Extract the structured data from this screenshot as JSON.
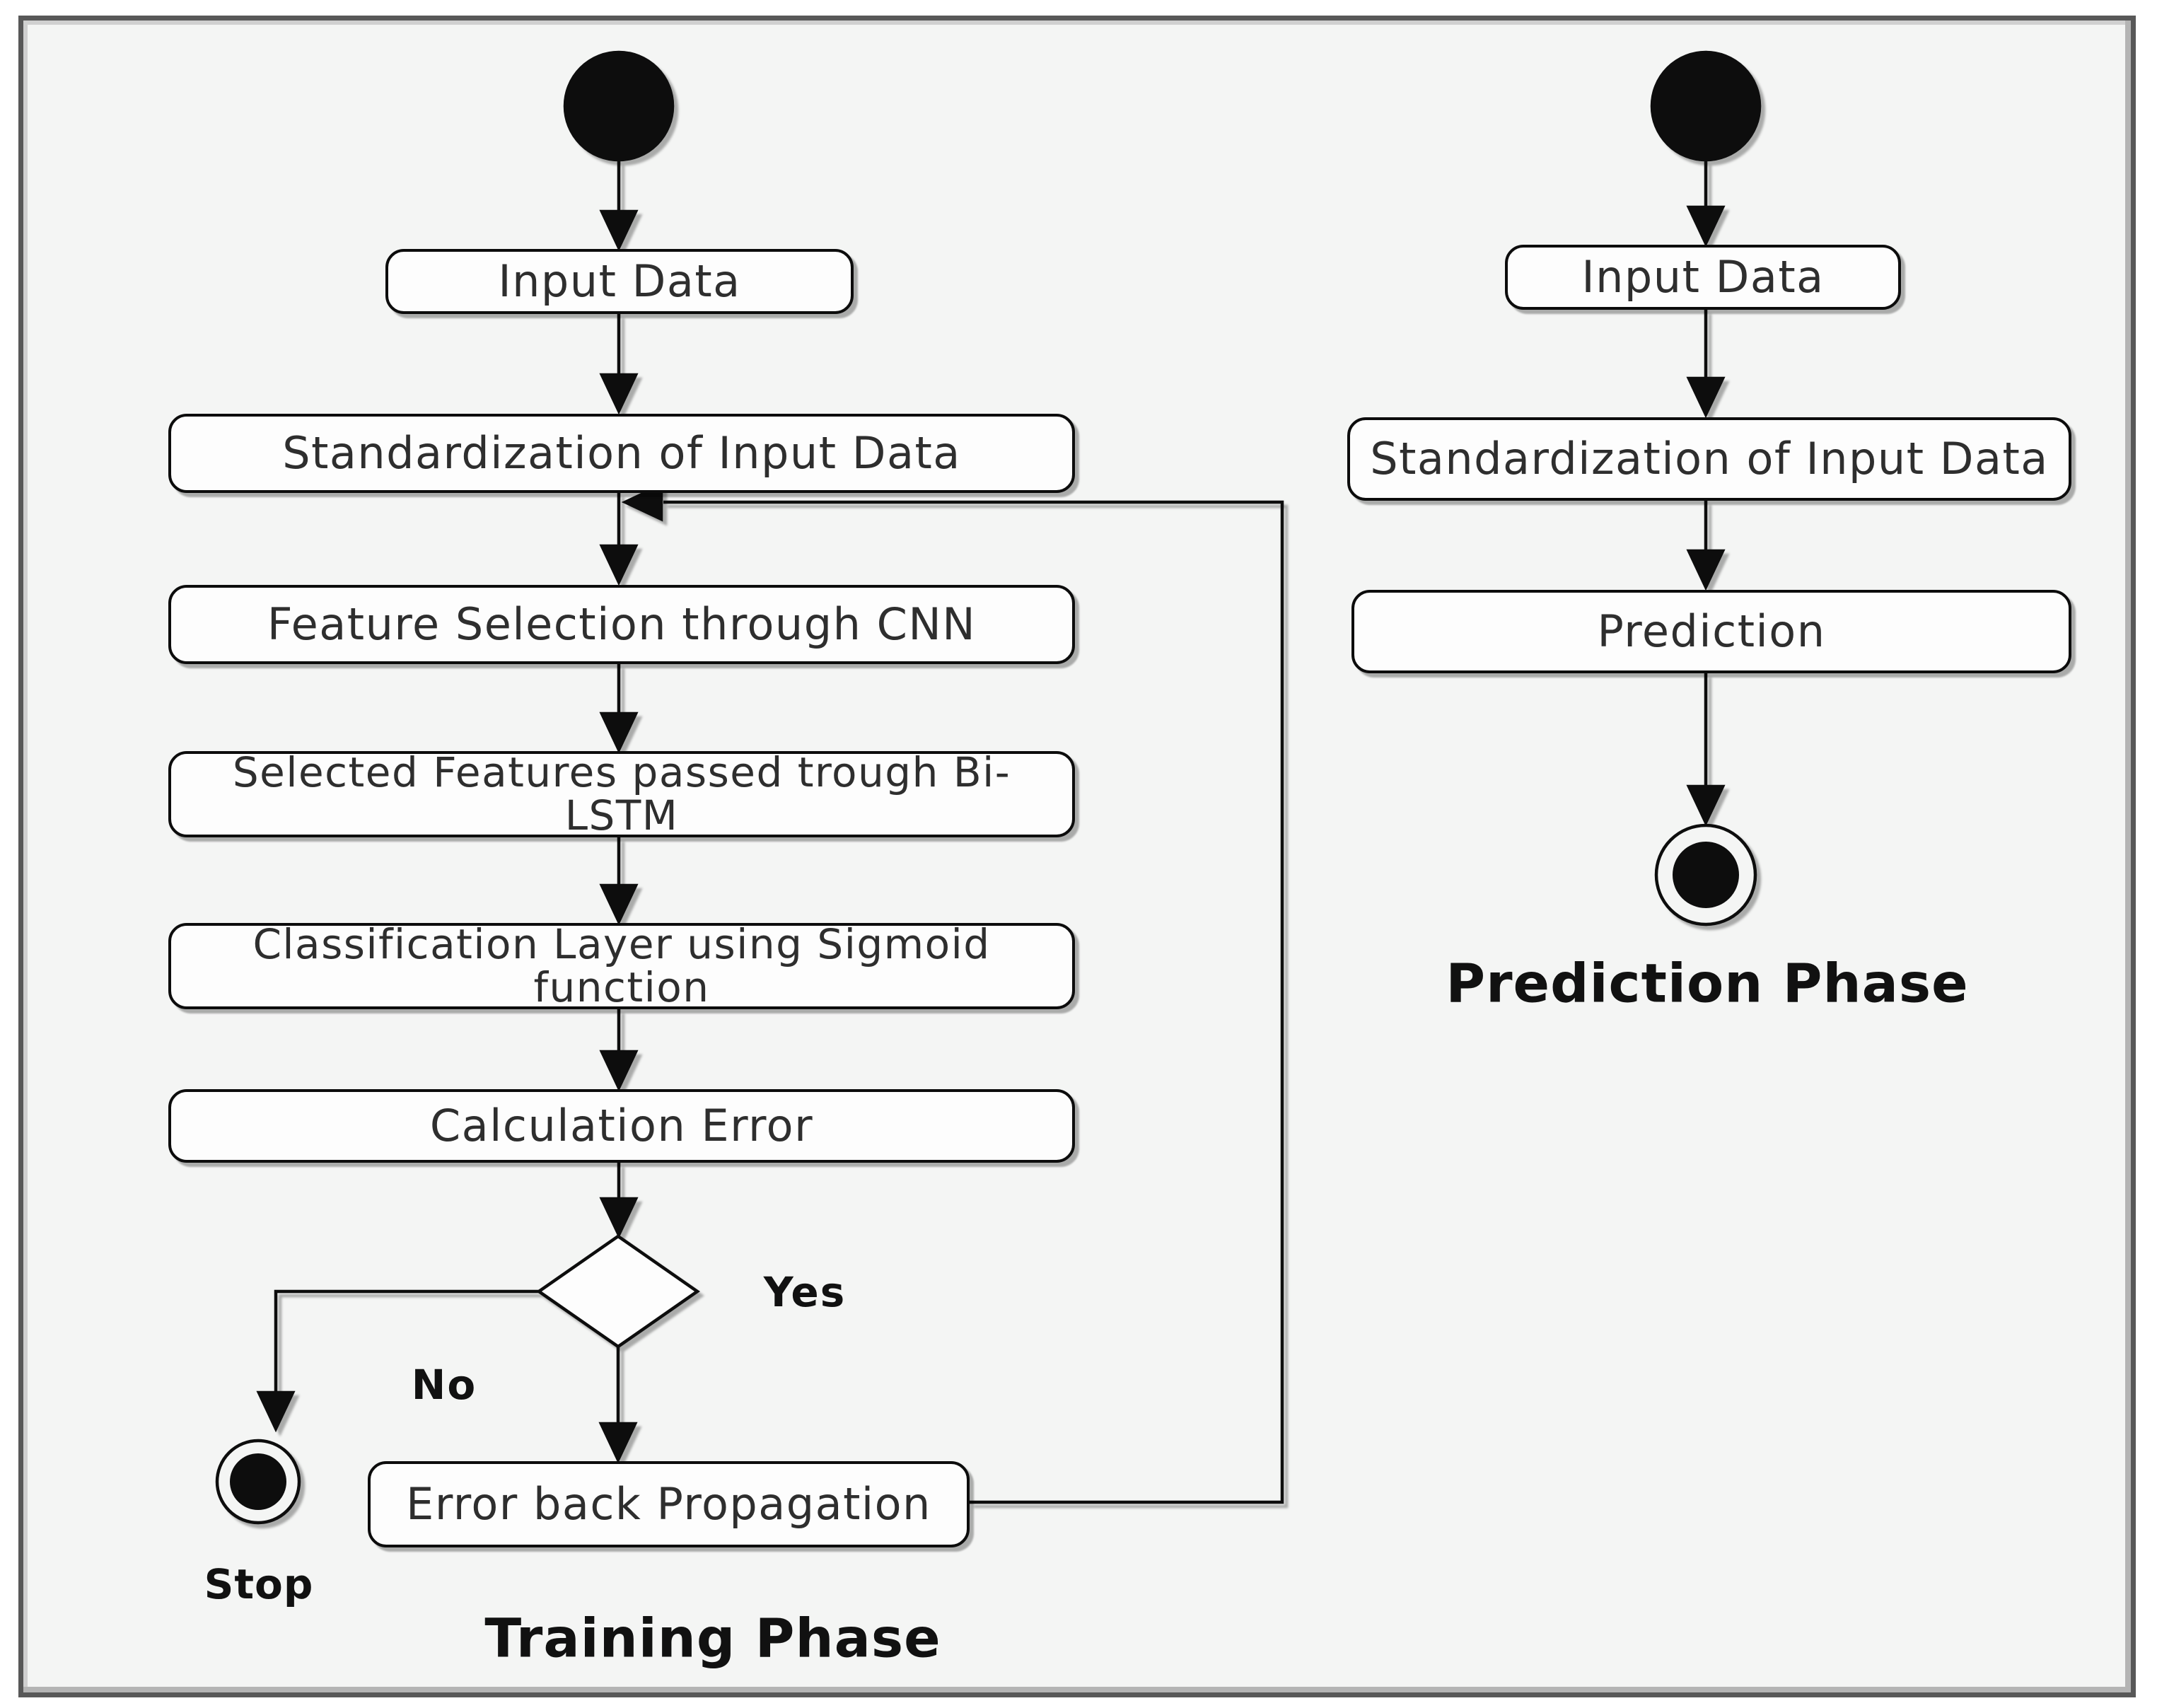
{
  "figure": {
    "background": "#f4f5f4",
    "frame_border_color": "#585858",
    "node_fill": "#fdfdfd",
    "stroke_color": "#0c0c0c"
  },
  "training": {
    "phase_label": "Training Phase",
    "steps": {
      "input": "Input Data",
      "standardization": "Standardization of Input Data",
      "feature_selection": "Feature Selection through CNN",
      "bilstm": "Selected Features passed trough Bi-\nLSTM",
      "classification": "Classification Layer using Sigmoid\nfunction",
      "calculation_error": "Calculation Error",
      "error_backprop": "Error back Propagation"
    },
    "decision": {
      "yes": "Yes",
      "no": "No"
    },
    "stop_label": "Stop"
  },
  "prediction": {
    "phase_label": "Prediction Phase",
    "steps": {
      "input": "Input Data",
      "standardization": "Standardization of Input Data",
      "prediction": "Prediction"
    }
  }
}
